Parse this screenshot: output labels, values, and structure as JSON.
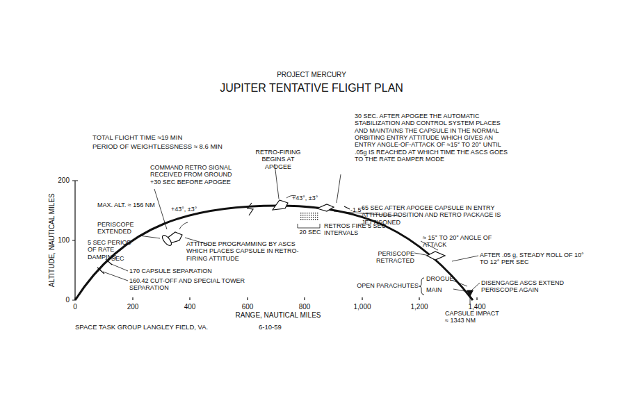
{
  "diagram": {
    "title": "JUPITER TENTATIVE FLIGHT PLAN",
    "labels": [
      "PROJECT MERCURY",
      "TOTAL FLIGHT TIME ≈19 MIN",
      "PERIOD OF WEIGHTLESSNESS ≈ 8.6 MIN",
      "COMMAND RETRO SIGNAL RECEIVED FROM GROUND +30 SEC BEFORE APOGEE",
      "RETRO-FIRING BEGINS AT APOGEE",
      "30 SEC. AFTER APOGEE THE AUTOMATIC STABILIZATION AND CONTROL SYSTEM PLACES AND MAINTAINS THE CAPSULE IN THE NORMAL ORBITING ENTRY ATTITUDE WHICH GIVES AN ENTRY ANGLE-OF-ATTACK OF ≈15° TO 20° UNTIL .05g IS REACHED AT WHICH TIME THE ASCS GOES TO THE RATE DAMPER MODE",
      "MAX. ALT. ≈ 156 NM",
      "+43°, ±3°",
      "+43°, ±3°",
      "-1.5°",
      "65 SEC AFTER APOGEE CAPSULE IN ENTRY ATTITUDE POSITION AND RETRO PACKAGE IS JETTISONED",
      "PERISCOPE EXTENDED",
      "5 SEC PERIOD OF RATE DAMPING",
      "SEC",
      "170 CAPSULE SEPARATION",
      "160.42 CUT-OFF AND SPECIAL TOWER SEPARATION",
      "ATTITUDE PROGRAMMING BY ASCS WHICH PLACES CAPSULE IN RETRO-FIRING ATTITUDE",
      "20 SEC",
      "RETROS FIRE 5 SEC INTERVALS",
      "≈ 15° TO 20° ANGLE OF ATTACK",
      "PERISCOPE RETRACTED",
      "AFTER .05 g, STEADY ROLL OF 10° TO 12° PER SEC",
      "OPEN PARACHUTES",
      "DROGUE",
      "MAIN",
      "DISENGAGE ASCS EXTEND PERISCOPE AGAIN",
      "CAPSULE IMPACT ≈ 1343 NM",
      "200",
      "100",
      "0",
      "0",
      "200",
      "400",
      "600",
      "800",
      "1,000",
      "1,200",
      "1,400",
      "ALTITUDE, NAUTICAL MILES",
      "RANGE, NAUTICAL MILES",
      "SPACE TASK GROUP LANGLEY FIELD, VA.",
      "6-10-59"
    ]
  }
}
